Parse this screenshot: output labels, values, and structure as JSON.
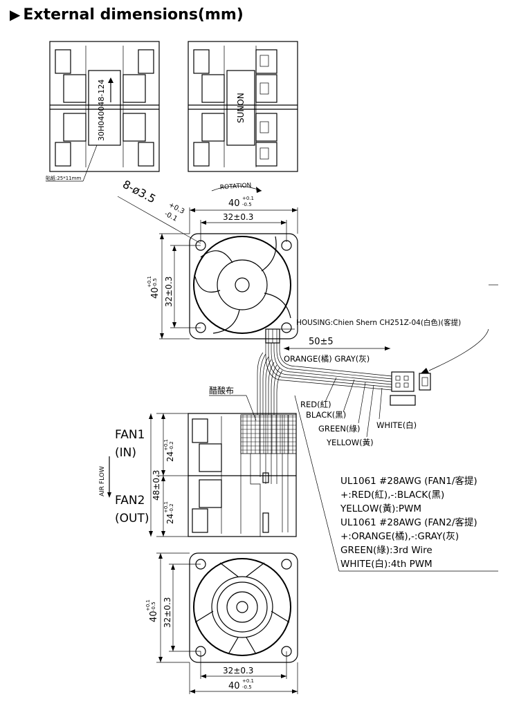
{
  "title": "External dimensions(mm)",
  "labels": {
    "label_text_1": "30H040048-124",
    "label_text_2": "SUNON",
    "label_size": "貼紙:25*11mm",
    "rotation": "ROTATION",
    "hole_spec": "8-ø3.5",
    "hole_tol_plus": "+0.3",
    "hole_tol_minus": "-0.1",
    "dim_40": "40",
    "tol_40_plus": "+0.1",
    "tol_40_minus": "-0.5",
    "dim_32": "32±0.3",
    "dim_24": "24",
    "tol_24_plus": "+0.1",
    "tol_24_minus": "-0.2",
    "dim_48": "48±0.3",
    "cable_length": "50±5",
    "housing": "HOUSING:Chien Shern CH251Z-04(白色)(客提)",
    "acetate_cloth": "醋酸布",
    "fan1": "FAN1",
    "fan1_in": "(IN)",
    "fan2": "FAN2",
    "fan2_out": "(OUT)",
    "air_flow": "AIR FLOW"
  },
  "wires": {
    "orange_gray": "ORANGE(橘) GRAY(灰)",
    "red": "RED(紅)",
    "black": "BLACK(黑)",
    "green": "GREEN(綠)",
    "yellow": "YELLOW(黃)",
    "white": "WHITE(白)"
  },
  "spec_notes": [
    "UL1061  #28AWG  (FAN1/客提)",
    "+:RED(紅),-:BLACK(黑)",
    "YELLOW(黃):PWM",
    "UL1061  #28AWG  (FAN2/客提)",
    "+:ORANGE(橘),-:GRAY(灰)",
    "GREEN(綠):3rd  Wire",
    "WHITE(白):4th  PWM"
  ]
}
